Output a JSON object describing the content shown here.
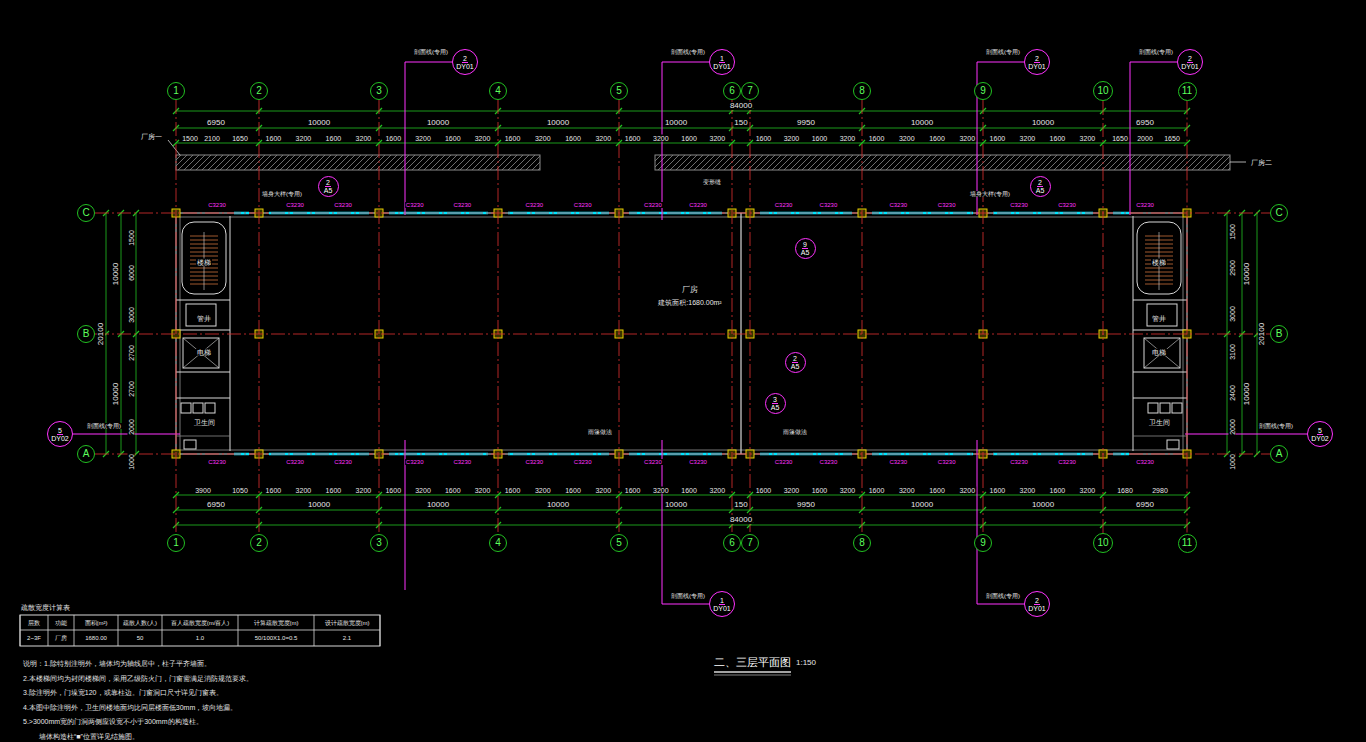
{
  "diagram": {
    "title": "二、三层平面图",
    "nodes": [
      {
        "text": [
          "1"
        ]
      },
      {
        "text": [
          "2"
        ]
      },
      {
        "text": [
          "3"
        ]
      },
      {
        "text": [
          "4"
        ]
      },
      {
        "text": [
          "5"
        ]
      },
      {
        "text": [
          "6"
        ]
      },
      {
        "text": [
          "7"
        ]
      },
      {
        "text": [
          "8"
        ]
      },
      {
        "text": [
          "9"
        ]
      },
      {
        "text": [
          "10"
        ]
      },
      {
        "text": [
          "11"
        ]
      },
      {
        "text": [
          "1"
        ]
      },
      {
        "text": [
          "2"
        ]
      },
      {
        "text": [
          "3"
        ]
      },
      {
        "text": [
          "4"
        ]
      },
      {
        "text": [
          "5"
        ]
      },
      {
        "text": [
          "6"
        ]
      },
      {
        "text": [
          "7"
        ]
      },
      {
        "text": [
          "8"
        ]
      },
      {
        "text": [
          "9"
        ]
      },
      {
        "text": [
          "10"
        ]
      },
      {
        "text": [
          "11"
        ]
      },
      {
        "text": [
          "C"
        ]
      },
      {
        "text": [
          "B"
        ]
      },
      {
        "text": [
          "A"
        ]
      },
      {
        "text": [
          "C"
        ]
      },
      {
        "text": [
          "B"
        ]
      },
      {
        "text": [
          "A"
        ]
      },
      {
        "text": [
          "2",
          "DY01"
        ]
      },
      {
        "text": [
          "1",
          "DY01"
        ]
      },
      {
        "text": [
          "2",
          "DY01"
        ]
      },
      {
        "text": [
          "2",
          "DY01"
        ]
      },
      {
        "text": [
          "1",
          "DY01"
        ]
      },
      {
        "text": [
          "2",
          "DY01"
        ]
      },
      {
        "text": [
          "5",
          "DY02"
        ]
      },
      {
        "text": [
          "5",
          "DY02"
        ]
      },
      {
        "text": [
          "2",
          "A5"
        ]
      },
      {
        "text": [
          "2",
          "A5"
        ]
      },
      {
        "text": [
          "9",
          "A5"
        ]
      },
      {
        "text": [
          "2",
          "A5"
        ]
      },
      {
        "text": [
          "3",
          "A5"
        ]
      }
    ],
    "edges": [
      {
        "from": 0,
        "to": 11,
        "arrow": "none"
      },
      {
        "from": 1,
        "to": 12,
        "arrow": "none"
      },
      {
        "from": 2,
        "to": 13,
        "arrow": "none"
      },
      {
        "from": 3,
        "to": 14,
        "arrow": "none"
      },
      {
        "from": 4,
        "to": 15,
        "arrow": "none"
      },
      {
        "from": 5,
        "to": 16,
        "arrow": "none"
      },
      {
        "from": 6,
        "to": 17,
        "arrow": "none"
      },
      {
        "from": 7,
        "to": 18,
        "arrow": "none"
      },
      {
        "from": 8,
        "to": 19,
        "arrow": "none"
      },
      {
        "from": 9,
        "to": 20,
        "arrow": "none"
      },
      {
        "from": 10,
        "to": 21,
        "arrow": "none"
      },
      {
        "from": 22,
        "to": 25,
        "arrow": "none"
      },
      {
        "from": 23,
        "to": 26,
        "arrow": "none"
      },
      {
        "from": 24,
        "to": 27,
        "arrow": "none"
      }
    ],
    "labels": [
      "84000",
      "6950",
      "10000",
      "10000",
      "10000",
      "10000",
      "150",
      "9950",
      "10000",
      "10000",
      "6950",
      "1500",
      "2100",
      "1650",
      "1600",
      "3200",
      "1600",
      "3200",
      "1600",
      "3200",
      "1600",
      "3200",
      "1600",
      "3200",
      "1600",
      "3200",
      "1600",
      "3200",
      "1600",
      "3200",
      "1600",
      "3200",
      "1600",
      "3200",
      "1600",
      "3200",
      "1600",
      "3200",
      "1600",
      "3200",
      "1600",
      "3200",
      "1650",
      "2000",
      "1650",
      "3900",
      "1050",
      "1600",
      "3200",
      "1600",
      "3200",
      "1600",
      "3200",
      "1600",
      "3200",
      "1600",
      "3200",
      "1600",
      "3200",
      "1600",
      "3200",
      "1600",
      "3200",
      "1600",
      "3200",
      "1600",
      "3200",
      "1600",
      "3200",
      "1600",
      "3200",
      "1600",
      "3200",
      "1600",
      "3200",
      "1680",
      "2980",
      "6950",
      "10000",
      "10000",
      "10000",
      "10000",
      "150",
      "9950",
      "10000",
      "10000",
      "6950",
      "84000",
      "20100",
      "10000",
      "10000",
      "1500",
      "6000",
      "3000",
      "2700",
      "2700",
      "2000",
      "1000",
      "20100",
      "10000",
      "10000",
      "1500",
      "2900",
      "3000",
      "3100",
      "2400",
      "2000",
      "1000",
      "剖面线(专用)",
      "剖面线(专用)",
      "剖面线(专用)",
      "剖面线(专用)",
      "剖面线(专用)",
      "剖面线(专用)",
      "剖面线(专用)",
      "剖面线(专用)",
      "厂房一",
      "厂房二",
      "墙身大样(专用)",
      "墙身大样(专用)",
      "变形缝",
      "楼梯",
      "管井",
      "电梯",
      "卫生间",
      "楼梯",
      "管井",
      "电梯",
      "卫生间",
      "厂房",
      "建筑面积:1680.00m²",
      "雨篷做法",
      "雨篷做法",
      "C3230",
      "C3230",
      "C3230",
      "C3230",
      "C3230",
      "C3230",
      "C3230",
      "C3230",
      "C3230",
      "C3230",
      "C3230",
      "C3230",
      "C3230",
      "C3230",
      "C3230",
      "C3230",
      "C3230",
      "C3230",
      "C3230",
      "C3230",
      "C3230",
      "C3230",
      "C3230",
      "C3230",
      "C3230",
      "C3230",
      "C3230",
      "C3230",
      "C3230",
      "C3230",
      "C3230",
      "C3230",
      "疏散宽度计算表",
      "层数",
      "功能",
      "面积(m²)",
      "疏散人数(人)",
      "百人疏散宽度(m/百人)",
      "计算疏散宽度(m)",
      "设计疏散宽度(m)",
      "2~3F",
      "厂房",
      "1680.00",
      "50",
      "1.0",
      "50/100X1.0=0.5",
      "2.1",
      "1:150",
      "说明：1.除特别注明外，墙体均为轴线居中，柱子平齐墙面。",
      "2.本楼梯间均为封闭楼梯间，采用乙级防火门，门窗需满足消防规范要求。",
      "3.除注明外，门垛宽120，或靠柱边。门窗洞口尺寸详见门窗表。",
      "4.本图中除注明外，卫生间楼地面均比同层楼面低30mm，坡向地漏。",
      "5.>3000mm宽的门洞两侧应设宽不小于300mm的构造柱。",
      "墙体构造柱“■”位置详见结施图。"
    ]
  }
}
